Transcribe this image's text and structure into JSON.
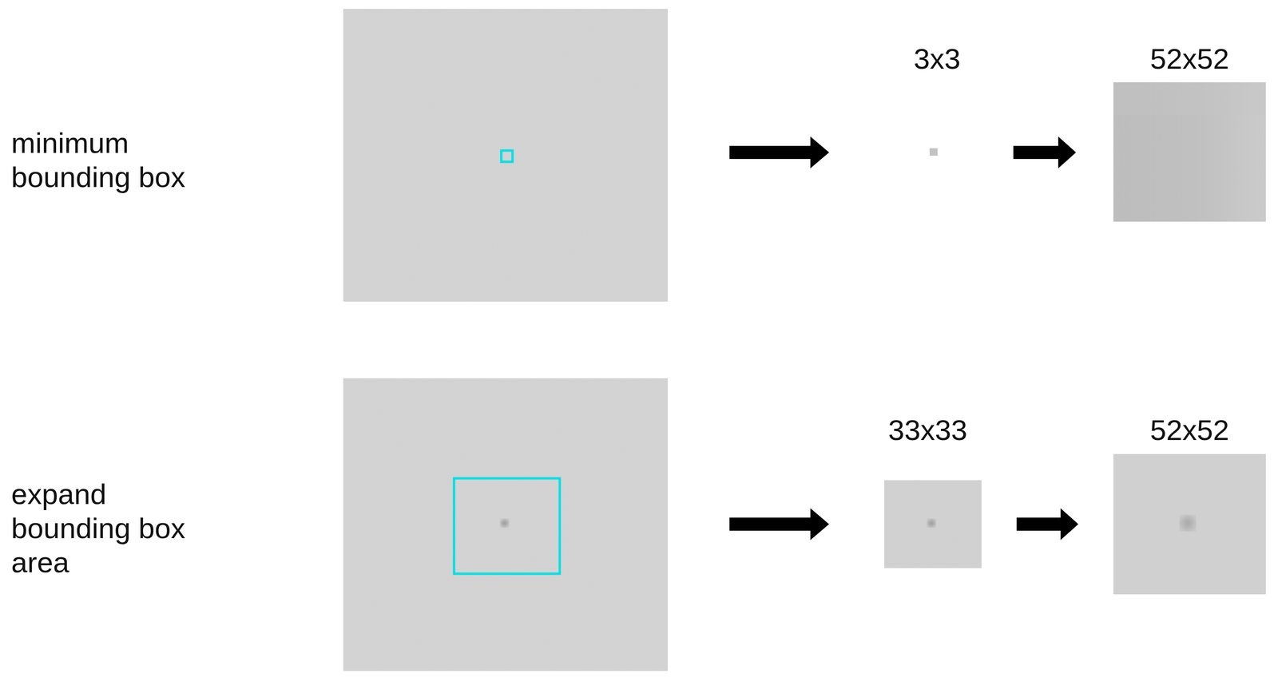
{
  "diagram": {
    "labels": [
      "minimum bounding box",
      "expand bounding box area",
      "3x3",
      "52x52",
      "33x33",
      "52x52"
    ]
  }
}
